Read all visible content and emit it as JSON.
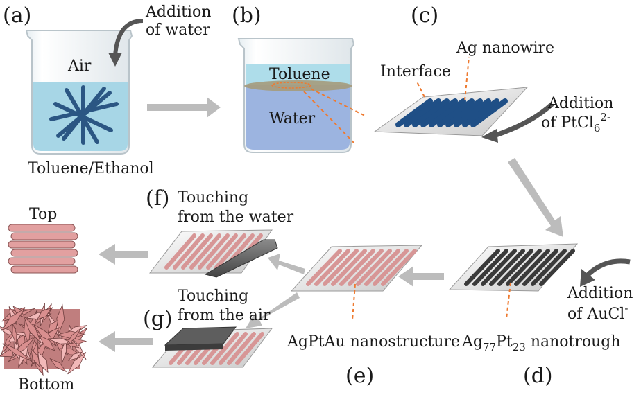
{
  "panels": {
    "a": "(a)",
    "b": "(b)",
    "c": "(c)",
    "d": "(d)",
    "e": "(e)",
    "f": "(f)",
    "g": "(g)"
  },
  "labels": {
    "addition_water_1": "Addition",
    "addition_water_2": "of water",
    "air": "Air",
    "toluene_ethanol": "Toluene/Ethanol",
    "toluene": "Toluene",
    "water": "Water",
    "interface": "Interface",
    "ag_nanowire": "Ag nanowire",
    "addition_pt_1": "Addition",
    "addition_pt_2_prefix": "of PtCl",
    "addition_pt_sub": "6",
    "addition_pt_sup": "2-",
    "addition_au_1": "Addition",
    "addition_au_2_prefix": "of AuCl",
    "addition_au_sup": "-",
    "nanotrough_ag": "Ag",
    "nanotrough_sub1": "77",
    "nanotrough_pt": "Pt",
    "nanotrough_sub2": "23",
    "nanotrough_suffix": " nanotrough",
    "agptau": "AgPtAu nanostructure",
    "touch_water_1": "Touching",
    "touch_water_2": "from the water",
    "touch_air_1": "Touching",
    "touch_air_2": "from the air",
    "top": "Top",
    "bottom": "Bottom"
  },
  "colors": {
    "water_blue": "#8fc6dc",
    "water_deep": "#9cb4e0",
    "toluene_cyan": "#aeddea",
    "nanowire_blue": "#1f4f86",
    "nanotrough_dark": "#3a3a3a",
    "pink_wire": "#e8a3a3",
    "arrow_grey": "#bcbcbc",
    "orange_dash": "#ee7a30"
  },
  "icons": [
    "beaker-icon",
    "curved-arrow-icon",
    "flow-arrow-icon",
    "dashed-pointer-icon",
    "substrate-plate-icon",
    "stamp-block-icon",
    "spiky-nanostructure-icon"
  ]
}
